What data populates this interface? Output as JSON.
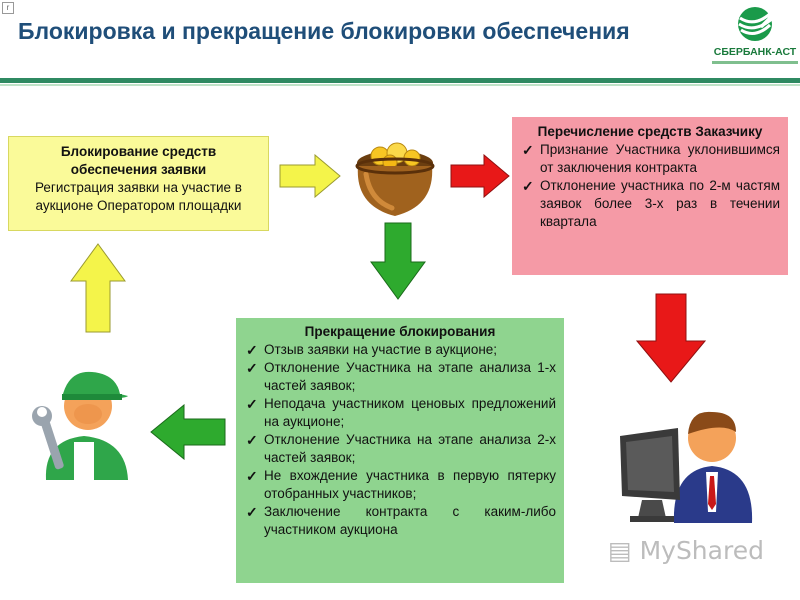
{
  "title": "Блокировка и прекращение блокировки обеспечения",
  "logo": {
    "text": "СБЕРБАНК-АСТ",
    "brand_color": "#1a9a4a"
  },
  "box_blocking": {
    "heading": "Блокирование средств обеспечения заявки",
    "text": "Регистрация заявки на участие в аукционе Оператором площадки"
  },
  "box_transfer": {
    "heading": "Перечисление средств Заказчику",
    "items": [
      "Признание Участника уклонившимся от заключения контракта",
      "Отклонение участника по 2-м частям заявок более 3-х раз в течении квартала"
    ]
  },
  "box_termination": {
    "heading": "Прекращение блокирования",
    "items": [
      "Отзыв заявки на участие в аукционе;",
      "Отклонение Участника на этапе анализа 1-х частей заявок;",
      "Неподача участником ценовых предложений на аукционе;",
      "Отклонение Участника на этапе анализа 2-х частей заявок;",
      "Не вхождение участника в первую пятерку отобранных участников;",
      "Заключение контракта с каким-либо участником аукциона"
    ]
  },
  "watermark": "MyShared",
  "colors": {
    "yellow_box": "#fafa99",
    "pink_box": "#f59aa6",
    "green_box": "#8fd48f",
    "arrow_yellow": "#f4f44a",
    "arrow_red": "#e81818",
    "arrow_green": "#2eaa2e"
  },
  "icons": [
    "gold-pot-icon",
    "worker-with-wrench-icon",
    "person-at-computer-icon"
  ]
}
